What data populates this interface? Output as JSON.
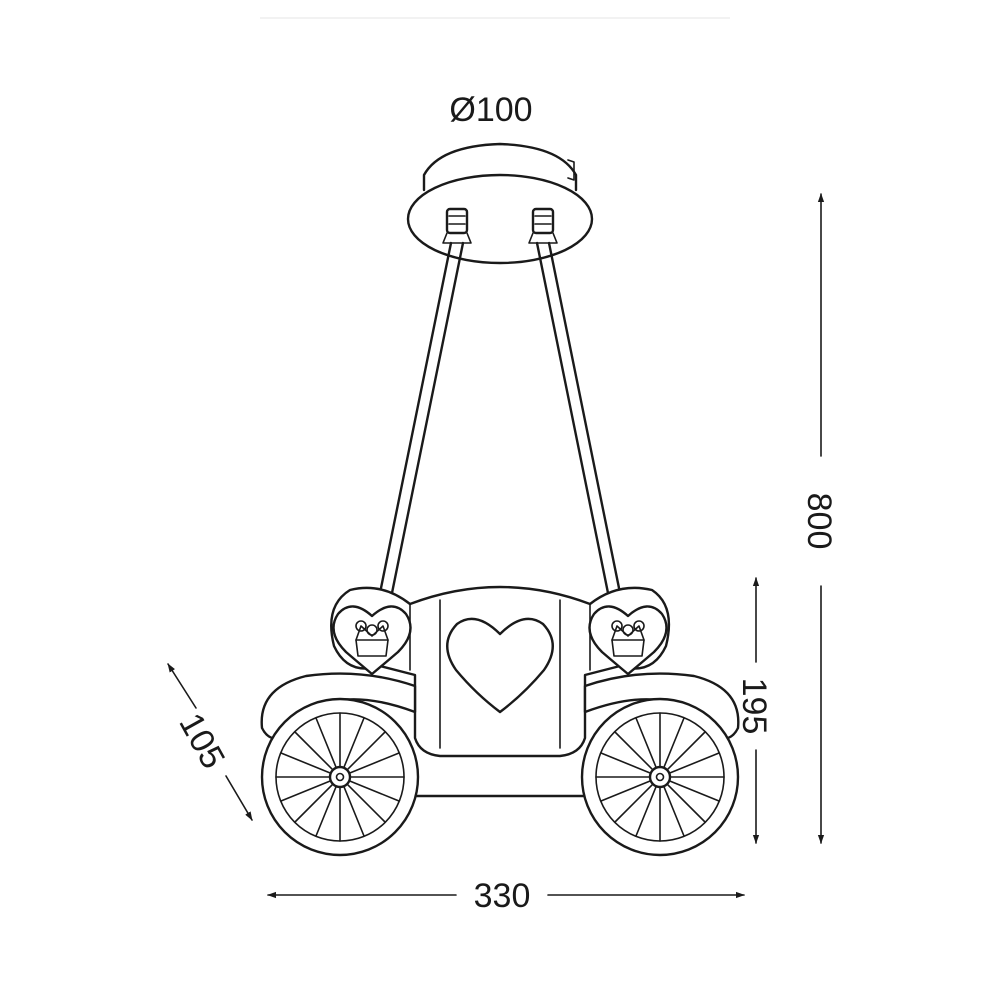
{
  "dimensions": {
    "canopy_diameter": "Ø100",
    "total_height": "800",
    "body_height": "195",
    "depth": "105",
    "width": "330"
  },
  "colors": {
    "line": "#1a1a1a",
    "background": "#ffffff"
  }
}
